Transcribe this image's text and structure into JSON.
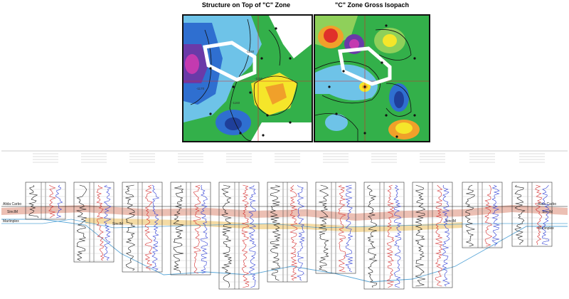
{
  "maps": {
    "structure_title": "Structure on Top of \"C\" Zone",
    "isopach_title": "\"C\" Zone Gross Isopach",
    "structure_contour_labels": [
      "-1150",
      "-1170",
      "-1160",
      "-1156"
    ],
    "colors": {
      "blue_dark": "#1f3f9a",
      "blue": "#2f6fd0",
      "cyan": "#6ec3e8",
      "green": "#33b04a",
      "green_light": "#8fd05a",
      "yellow": "#f5e62a",
      "orange": "#f0a02a",
      "red": "#e0302a",
      "magenta": "#c43ab0",
      "purple": "#6a3aa8",
      "outline": "#ffffff"
    }
  },
  "section": {
    "left_marker_labels": [
      "Alida Carbo",
      "SinclM",
      "Marlinplex"
    ],
    "right_marker_labels": [
      "Alida Carbo",
      "SinclM",
      "Marlinplex"
    ],
    "mid_marker_label": "SinclM",
    "well_count": 11,
    "colors": {
      "alida_band": "#e9b4a6",
      "mid_band": "#f3d79a",
      "datum_line": "#2f6fb8",
      "curve_black": "#111111",
      "curve_red": "#d42a2a",
      "curve_blue": "#2a3ad4"
    }
  }
}
